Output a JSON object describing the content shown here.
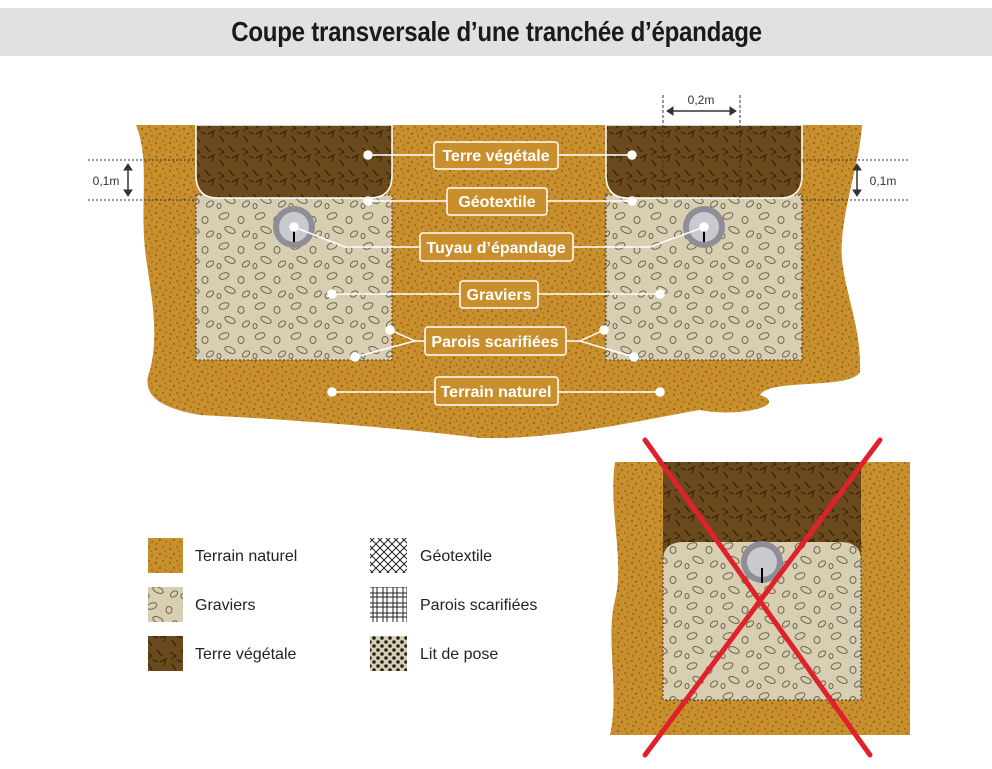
{
  "title": "Coupe transversale d’une tranchée d’épandage",
  "dimensions": {
    "width_top": "0,2m",
    "depth_left": "0,1m",
    "depth_right": "0,1m"
  },
  "labels": [
    "Terre végétale",
    "Géotextile",
    "Tuyau d’épandage",
    "Graviers",
    "Parois scarifiées",
    "Terrain naturel"
  ],
  "legend": [
    {
      "label": "Terrain naturel",
      "pattern": "soil"
    },
    {
      "label": "Graviers",
      "pattern": "gravel"
    },
    {
      "label": "Terre végétale",
      "pattern": "topsoil"
    },
    {
      "label": "Géotextile",
      "pattern": "crosshatch"
    },
    {
      "label": "Parois scarifiées",
      "pattern": "scratch"
    },
    {
      "label": "Lit de pose",
      "pattern": "dots"
    }
  ],
  "inset": {
    "status": "incorrect",
    "mark": "red-cross"
  },
  "colors": {
    "soil": "#c98f2c",
    "gravel": "#d8cfb2",
    "topsoil": "#6a4a1c",
    "cross": "#e0202a"
  }
}
